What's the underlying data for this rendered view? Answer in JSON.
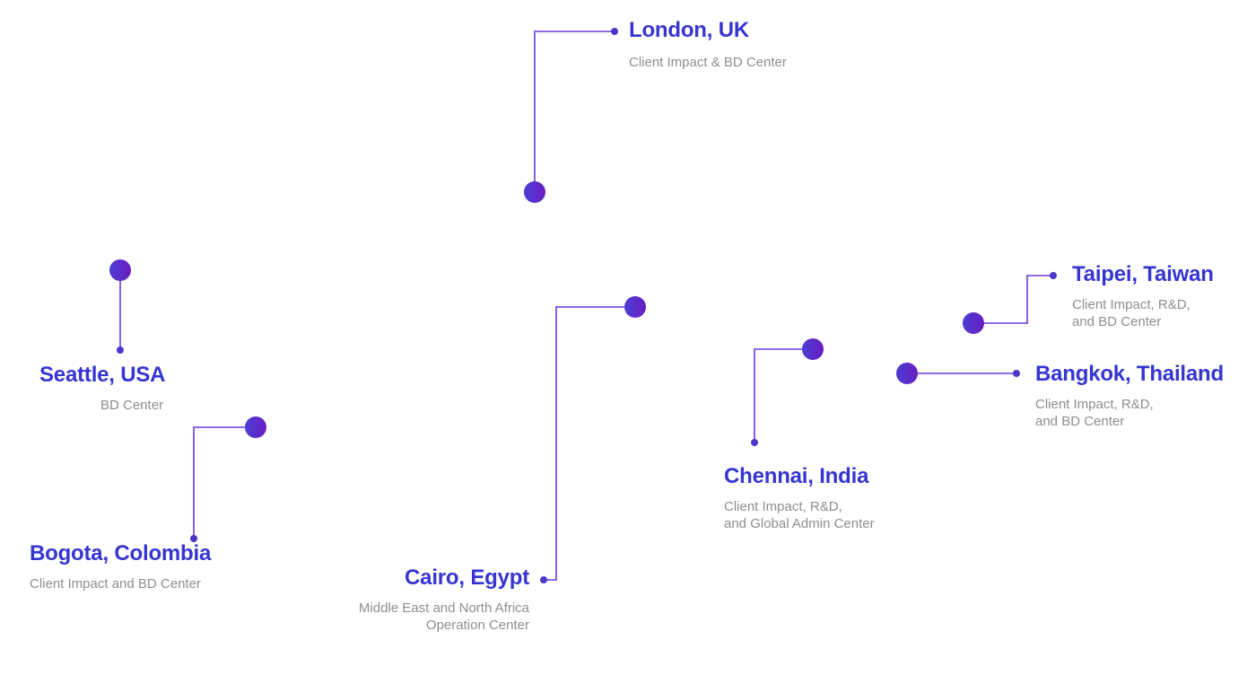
{
  "colors": {
    "title": "#3535d2",
    "subtitle": "#8e8e93",
    "line": "#6a3ae0",
    "dot_start": "#4a3fd3",
    "dot_end": "#6b1cc2",
    "end_dot": "#4b36c8"
  },
  "locations": [
    {
      "id": "london",
      "name": "London, UK",
      "lines": [
        "Client Impact & BD Center"
      ]
    },
    {
      "id": "seattle",
      "name": "Seattle, USA",
      "lines": [
        "BD Center"
      ]
    },
    {
      "id": "bogota",
      "name": "Bogota, Colombia",
      "lines": [
        "Client Impact and BD Center"
      ]
    },
    {
      "id": "cairo",
      "name": "Cairo, Egypt",
      "lines": [
        "Middle East and North Africa",
        "Operation Center"
      ]
    },
    {
      "id": "chennai",
      "name": "Chennai, India",
      "lines": [
        "Client Impact, R&D,",
        "and Global Admin Center"
      ]
    },
    {
      "id": "taipei",
      "name": "Taipei, Taiwan",
      "lines": [
        "Client Impact, R&D,",
        "and BD Center"
      ]
    },
    {
      "id": "bangkok",
      "name": "Bangkok, Thailand",
      "lines": [
        "Client Impact, R&D,",
        "and BD Center"
      ]
    }
  ]
}
